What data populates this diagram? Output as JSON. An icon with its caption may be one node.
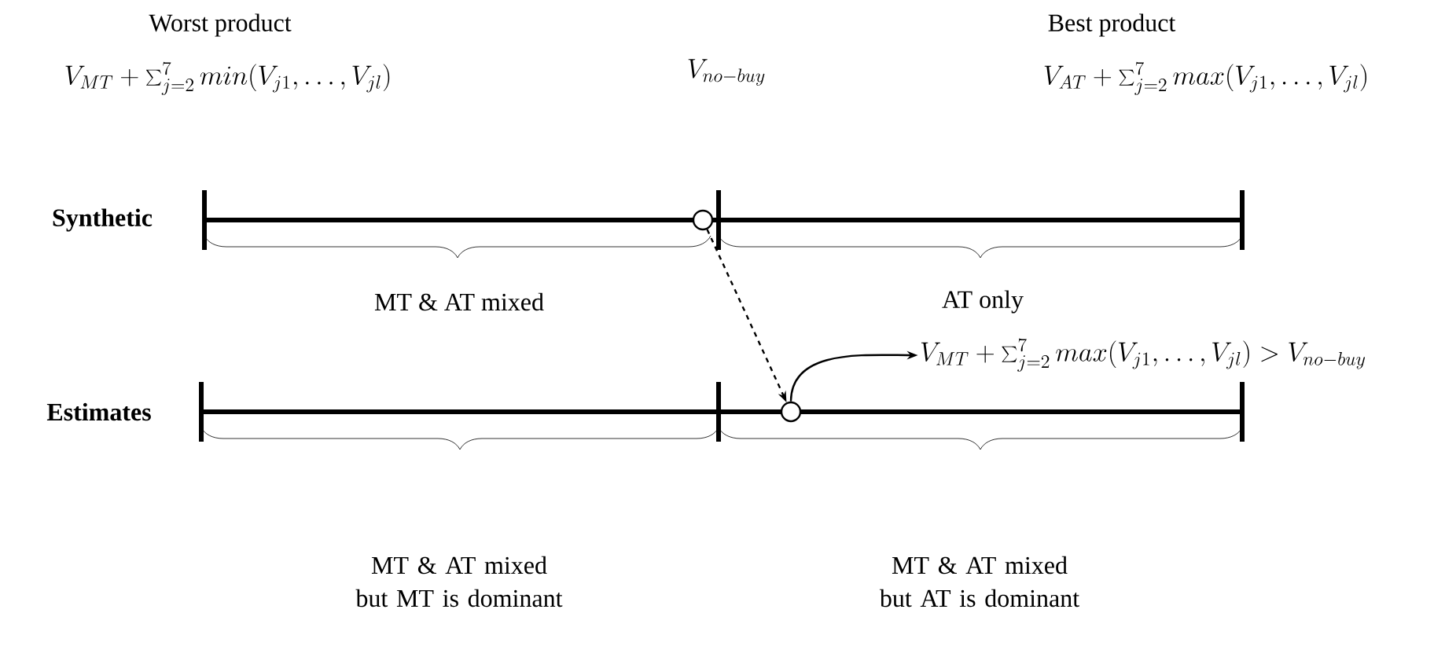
{
  "diagram": {
    "nodes": [
      {
        "text": [],
        "shape": "circle"
      },
      {
        "text": [],
        "shape": "circle"
      },
      {
        "text": [
          "V_{MT}+\\sum\\nolimits_{j=2}^{7} max(V_{j1},\\dots,V_{jl}) > V_{no-buy}"
        ]
      }
    ],
    "edges": [
      {
        "from": 0,
        "to": 1,
        "arrow": "to",
        "style": "dashed"
      },
      {
        "from": 1,
        "to": 2,
        "arrow": "to"
      }
    ],
    "labels": [
      "Worst product",
      "V_{MT}+\\sum\\nolimits_{j=2}^{7} min(V_{j1},\\dots,V_{jl})",
      "V_{no-buy}",
      "Best product",
      "V_{AT}+\\sum\\nolimits_{j=2}^{7} max(V_{j1},\\dots,V_{jl})",
      "Synthetic",
      "MT & AT mixed",
      "AT only",
      "Estimates",
      "MT & AT mixed but MT is dominant",
      "MT & AT mixed but AT is dominant"
    ]
  }
}
